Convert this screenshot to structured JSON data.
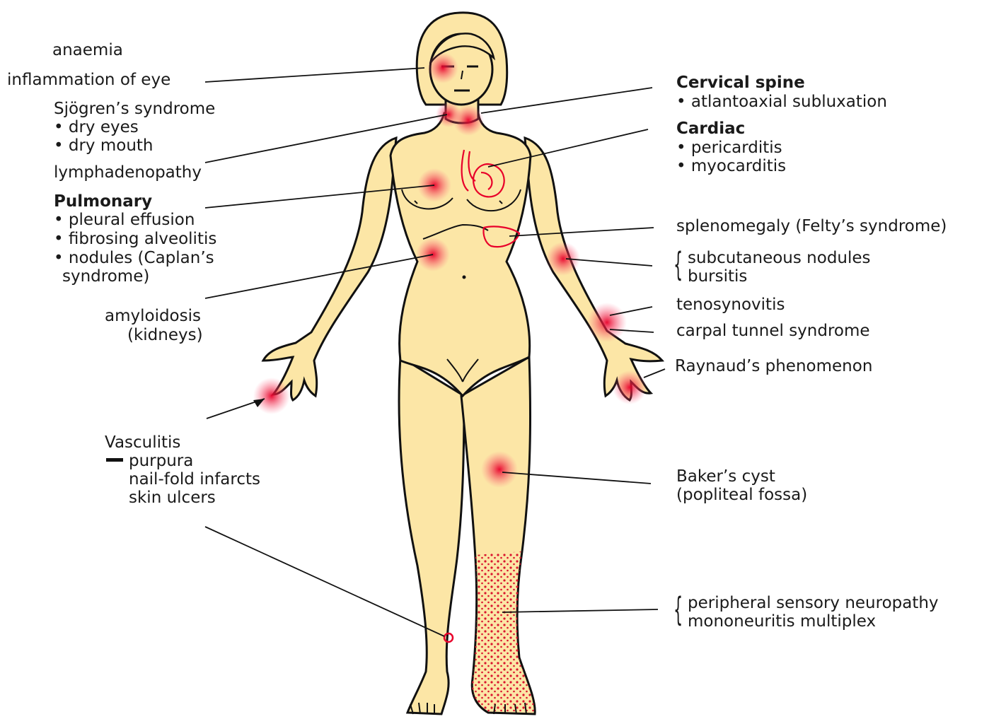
{
  "colors": {
    "skin": "#fce6a6",
    "outline": "#111111",
    "lesion": "#e8002a",
    "leader": "#111111"
  },
  "left_labels": {
    "anaemia": "anaemia",
    "eye": "inflammation of eye",
    "sjogren_title": "Sjögren’s syndrome",
    "sjogren_item1": "• dry eyes",
    "sjogren_item2": "• dry mouth",
    "lymph": "lymphadenopathy",
    "pulm_title": "Pulmonary",
    "pulm_item1": "• pleural effusion",
    "pulm_item2": "• fibrosing alveolitis",
    "pulm_item3": "• nodules (Caplan’s",
    "pulm_item3b": "syndrome)",
    "amyloid": "amyloidosis",
    "amyloid_sub": "(kidneys)",
    "vasc_title": "Vasculitis",
    "vasc_item1": "purpura",
    "vasc_item2": "nail-fold infarcts",
    "vasc_item3": "skin ulcers"
  },
  "right_labels": {
    "cervical_title": "Cervical spine",
    "cervical_item1": "• atlantoaxial subluxation",
    "cardiac_title": "Cardiac",
    "cardiac_item1": "• pericarditis",
    "cardiac_item2": "• myocarditis",
    "spleno": "splenomegaly (Felty’s syndrome)",
    "nodules": "subcutaneous nodules",
    "bursitis": "bursitis",
    "teno": "tenosynovitis",
    "carpal": "carpal tunnel syndrome",
    "raynaud": "Raynaud’s phenomenon",
    "baker": "Baker’s cyst",
    "baker_sub": "(popliteal fossa)",
    "neuro1": "peripheral sensory neuropathy",
    "neuro2": "mononeuritis multiplex"
  }
}
